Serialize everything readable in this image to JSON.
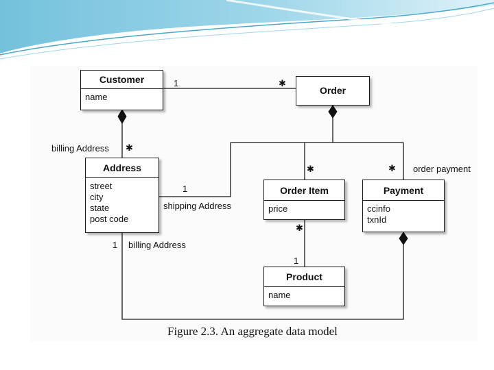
{
  "classes": {
    "customer": {
      "name": "Customer",
      "attrs": [
        "name"
      ]
    },
    "order": {
      "name": "Order"
    },
    "address": {
      "name": "Address",
      "attrs": [
        "street",
        "city",
        "state",
        "post code"
      ]
    },
    "order_item": {
      "name": "Order Item",
      "attrs": [
        "price"
      ]
    },
    "payment": {
      "name": "Payment",
      "attrs": [
        "ccinfo",
        "txnId"
      ]
    },
    "product": {
      "name": "Product",
      "attrs": [
        "name"
      ]
    }
  },
  "labels": {
    "billing_address_top": "billing Address",
    "billing_address_bottom": "billing Address",
    "shipping_address": "shipping Address",
    "order_payment": "order payment"
  },
  "multiplicities": {
    "one": "1",
    "many": "✱"
  },
  "caption": "Figure 2.3. An aggregate data model"
}
